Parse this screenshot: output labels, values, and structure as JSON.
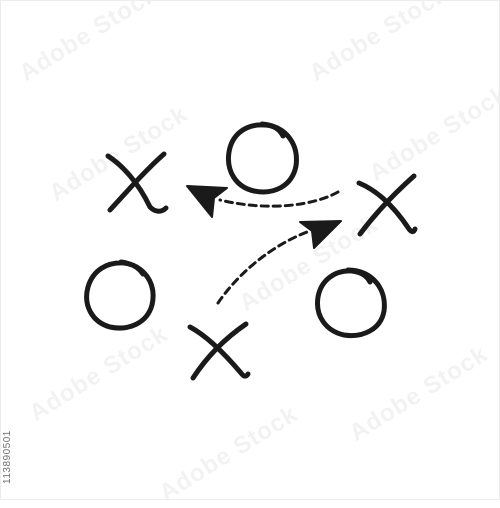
{
  "image_id": "113890501",
  "watermark_text": "Adobe Stock",
  "colors": {
    "background": "#ffffff",
    "ink": "#1a1a1a"
  },
  "diagram": {
    "symbols": [
      {
        "kind": "x",
        "name": "x-top-left"
      },
      {
        "kind": "o",
        "name": "o-top-center"
      },
      {
        "kind": "x",
        "name": "x-right"
      },
      {
        "kind": "o",
        "name": "o-left"
      },
      {
        "kind": "x",
        "name": "x-bottom-center"
      },
      {
        "kind": "o",
        "name": "o-right"
      }
    ],
    "arrows": [
      {
        "name": "upper-dashed-arrow",
        "direction": "left"
      },
      {
        "name": "lower-dashed-arrow",
        "direction": "up-right"
      }
    ]
  }
}
